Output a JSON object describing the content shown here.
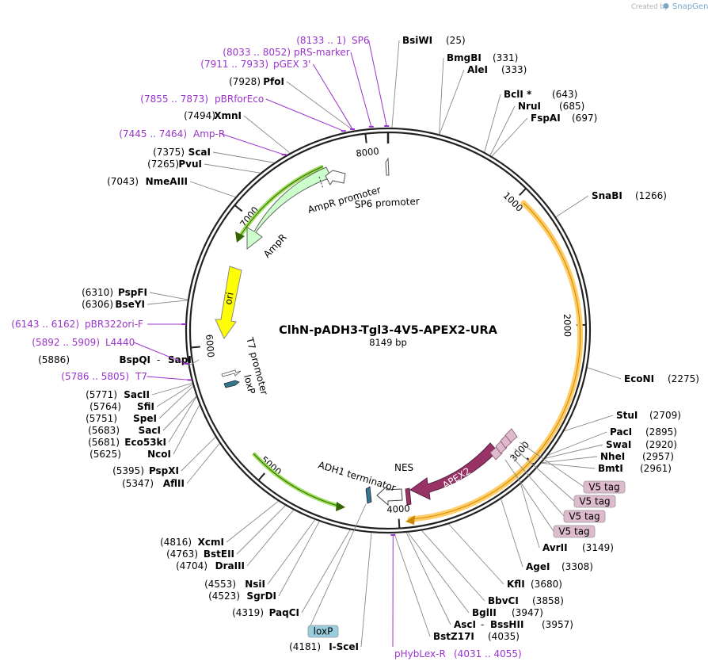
{
  "watermark": {
    "prefix": "Created by",
    "brand": "SnapGene"
  },
  "plasmid": {
    "name": "ClhN-pADH3-Tgl3-4V5-APEX2-URA",
    "length_label": "8149 bp",
    "length": 8149
  },
  "ticks": [
    {
      "pos": 1000,
      "label": "1000"
    },
    {
      "pos": 2000,
      "label": "2000"
    },
    {
      "pos": 3000,
      "label": "3000"
    },
    {
      "pos": 4000,
      "label": "4000"
    },
    {
      "pos": 5000,
      "label": "5000"
    },
    {
      "pos": 6000,
      "label": "6000"
    },
    {
      "pos": 7000,
      "label": "7000"
    },
    {
      "pos": 8000,
      "label": "8000"
    }
  ],
  "features": [
    {
      "name": "AmpR",
      "label": "AmpR",
      "color": "#ccffcc",
      "stroke": "#666666"
    },
    {
      "name": "AmpR promoter",
      "label": "AmpR promoter",
      "color": "#ffffff"
    },
    {
      "name": "SP6 promoter",
      "label": "SP6 promoter",
      "color": "#ffffff"
    },
    {
      "name": "ori",
      "label": "ori",
      "color": "#ffff00"
    },
    {
      "name": "T7 promoter",
      "label": "T7 promoter"
    },
    {
      "name": "loxP",
      "label": "loxP",
      "color": "#33778a"
    },
    {
      "name": "APEX2",
      "label": "APEX2",
      "color": "#993366"
    },
    {
      "name": "NES",
      "label": "NES",
      "color": "#993366"
    },
    {
      "name": "ADH1 terminator",
      "label": "ADH1 terminator"
    },
    {
      "name": "URA orf",
      "label": "",
      "color": "#ffcc66"
    },
    {
      "name": "green arc",
      "label": "",
      "color": "#88cc44"
    }
  ],
  "labels_right": [
    {
      "name": "BsiWI",
      "pos": "(25)"
    },
    {
      "name": "BmgBI",
      "pos": "(331)"
    },
    {
      "name": "AleI",
      "pos": "(333)"
    },
    {
      "name": "BclI *",
      "pos": "(643)"
    },
    {
      "name": "NruI",
      "pos": "(685)"
    },
    {
      "name": "FspAI",
      "pos": "(697)"
    },
    {
      "name": "SnaBI",
      "pos": "(1266)"
    },
    {
      "name": "EcoNI",
      "pos": "(2275)"
    },
    {
      "name": "StuI",
      "pos": "(2709)"
    },
    {
      "name": "PacI",
      "pos": "(2895)"
    },
    {
      "name": "SwaI",
      "pos": "(2920)"
    },
    {
      "name": "NheI",
      "pos": "(2957)"
    },
    {
      "name": "BmtI",
      "pos": "(2961)"
    },
    {
      "name": "AvrII",
      "pos": "(3149)"
    },
    {
      "name": "AgeI",
      "pos": "(3308)"
    },
    {
      "name": "KflI",
      "pos": "(3680)"
    },
    {
      "name": "BbvCI",
      "pos": "(3858)"
    },
    {
      "name": "BglII",
      "pos": "(3947)"
    },
    {
      "name": "AscI",
      "pos": "(3957)",
      "name2": "BssHII",
      "dash": "-"
    },
    {
      "name": "BstZ17I",
      "pos": "(4035)"
    }
  ],
  "labels_left": [
    {
      "name": "PfoI",
      "pos": "(7928)"
    },
    {
      "name": "XmnI",
      "pos": "(7494)"
    },
    {
      "name": "ScaI",
      "pos": "(7375)"
    },
    {
      "name": "PvuI",
      "pos": "(7265)"
    },
    {
      "name": "NmeAIII",
      "pos": "(7043)"
    },
    {
      "name": "PspFI",
      "pos": "(6310)"
    },
    {
      "name": "BseYI",
      "pos": "(6306)"
    },
    {
      "name": "BspQI",
      "pos": "(5886)",
      "name2": "SapI",
      "dash": "-"
    },
    {
      "name": "SacII",
      "pos": "(5771)"
    },
    {
      "name": "SfiI",
      "pos": "(5764)"
    },
    {
      "name": "SpeI",
      "pos": "(5751)"
    },
    {
      "name": "SacI",
      "pos": "(5683)"
    },
    {
      "name": "Eco53kI",
      "pos": "(5681)"
    },
    {
      "name": "NcoI",
      "pos": "(5625)"
    },
    {
      "name": "PspXI",
      "pos": "(5395)"
    },
    {
      "name": "AflII",
      "pos": "(5347)"
    },
    {
      "name": "XcmI",
      "pos": "(4816)"
    },
    {
      "name": "BstEII",
      "pos": "(4763)"
    },
    {
      "name": "DraIII",
      "pos": "(4704)"
    },
    {
      "name": "NsiI",
      "pos": "(4553)"
    },
    {
      "name": "SgrDI",
      "pos": "(4523)"
    },
    {
      "name": "PaqCI",
      "pos": "(4319)"
    },
    {
      "name": "I-SceI",
      "pos": "(4181)"
    }
  ],
  "primers": [
    {
      "range": "(8133 .. 1)",
      "name": "SP6"
    },
    {
      "range": "(8033 .. 8052)",
      "name": "pRS-marker"
    },
    {
      "range": "(7911 .. 7933)",
      "name": "pGEX 3'"
    },
    {
      "range": "(7855 .. 7873)",
      "name": "pBRforEco"
    },
    {
      "range": "(7445 .. 7464)",
      "name": "Amp-R"
    },
    {
      "range": "(6143 .. 6162)",
      "name": "pBR322ori-F"
    },
    {
      "range": "(5892 .. 5909)",
      "name": "L4440"
    },
    {
      "range": "(5786 .. 5805)",
      "name": "T7"
    },
    {
      "range": "(4031 .. 4055)",
      "name": "pHybLex-R"
    }
  ],
  "tags": [
    {
      "label": "V5 tag",
      "color": "#ddbbcc"
    },
    {
      "label": "V5 tag",
      "color": "#ddbbcc"
    },
    {
      "label": "V5 tag",
      "color": "#ddbbcc"
    },
    {
      "label": "V5 tag",
      "color": "#ddbbcc"
    },
    {
      "label": "loxP",
      "color": "#99ccdd"
    }
  ],
  "colors": {
    "primer": "#9933cc",
    "backbone": "#222222",
    "leader": "#888888"
  }
}
